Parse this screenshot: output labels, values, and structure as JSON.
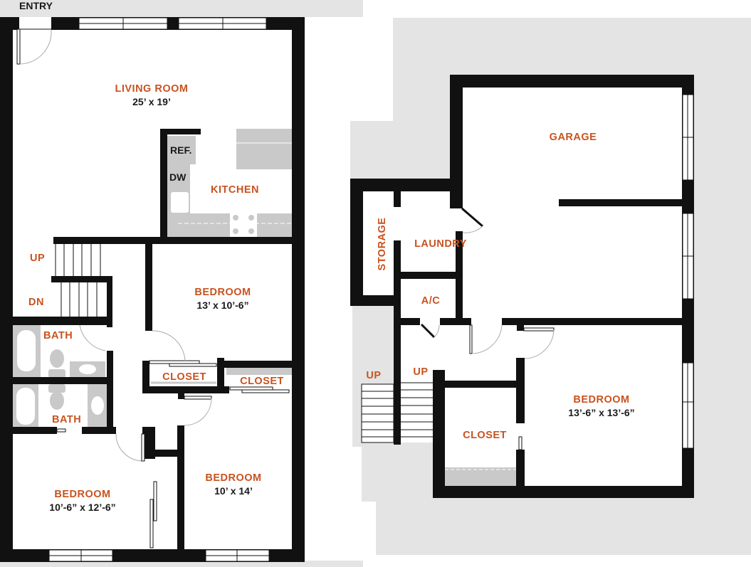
{
  "first_floor": {
    "entry": "ENTRY",
    "living_room": {
      "label": "LIVING ROOM",
      "size": "25’ x 19’"
    },
    "kitchen": {
      "label": "KITCHEN",
      "ref": "REF.",
      "dw": "DW"
    },
    "stairs_up": "UP",
    "stairs_down": "DN",
    "bedroom_1": {
      "label": "BEDROOM",
      "size": "13’ x 10’-6”"
    },
    "bath_1": "BATH",
    "bath_2": "BATH",
    "closet_1": "CLOSET",
    "closet_2": "CLOSET",
    "bedroom_2": {
      "label": "BEDROOM",
      "size": "10’-6” x 12’-6”"
    },
    "bedroom_3": {
      "label": "BEDROOM",
      "size": "10’ x 14’"
    }
  },
  "lower_level": {
    "garage": "GARAGE",
    "storage": "STORAGE",
    "laundry": "LAUNDRY",
    "ac": "A/C",
    "stairs_up_outside": "UP",
    "stairs_up_inside": "UP",
    "closet": "CLOSET",
    "bedroom": {
      "label": "BEDROOM",
      "size": "13’-6” x 13’-6”"
    }
  },
  "colors": {
    "label": "#c8531f",
    "wall": "#111111",
    "fixture": "#c9c9c9",
    "background": "#e4e4e4"
  }
}
